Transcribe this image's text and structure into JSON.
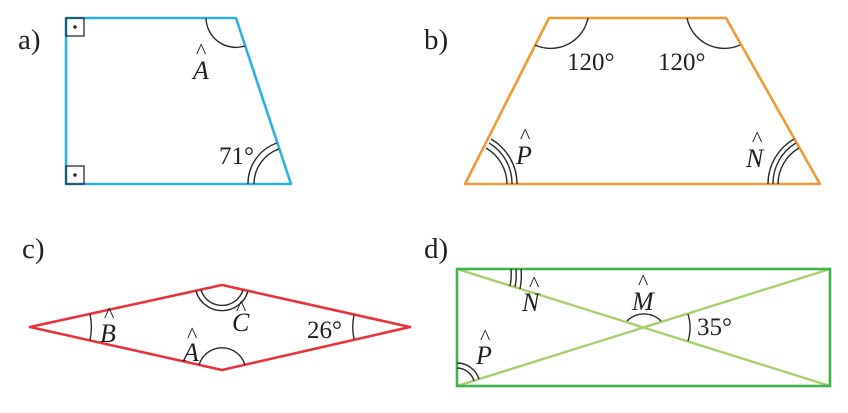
{
  "figures": {
    "a": {
      "label": "a)",
      "angle_A": "A",
      "angle_A_hat": "^",
      "given_angle": "71°",
      "shape_color": "#2bb2e2"
    },
    "b": {
      "label": "b)",
      "angle_left_top": "120°",
      "angle_right_top": "120°",
      "angle_P": "P",
      "angle_P_hat": "^",
      "angle_N": "N",
      "angle_N_hat": "^",
      "shape_color": "#ef9a32"
    },
    "c": {
      "label": "c)",
      "angle_B": "B",
      "angle_B_hat": "^",
      "angle_C": "C",
      "angle_C_hat": "^",
      "angle_A": "A",
      "angle_A_hat": "^",
      "given_angle": "26°",
      "shape_color": "#e8323c"
    },
    "d": {
      "label": "d)",
      "angle_N": "N",
      "angle_N_hat": "^",
      "angle_M": "M",
      "angle_M_hat": "^",
      "angle_P": "P",
      "angle_P_hat": "^",
      "given_angle": "35°",
      "shape_color": "#3db54a",
      "diagonal_color": "#a7cf6b"
    }
  }
}
